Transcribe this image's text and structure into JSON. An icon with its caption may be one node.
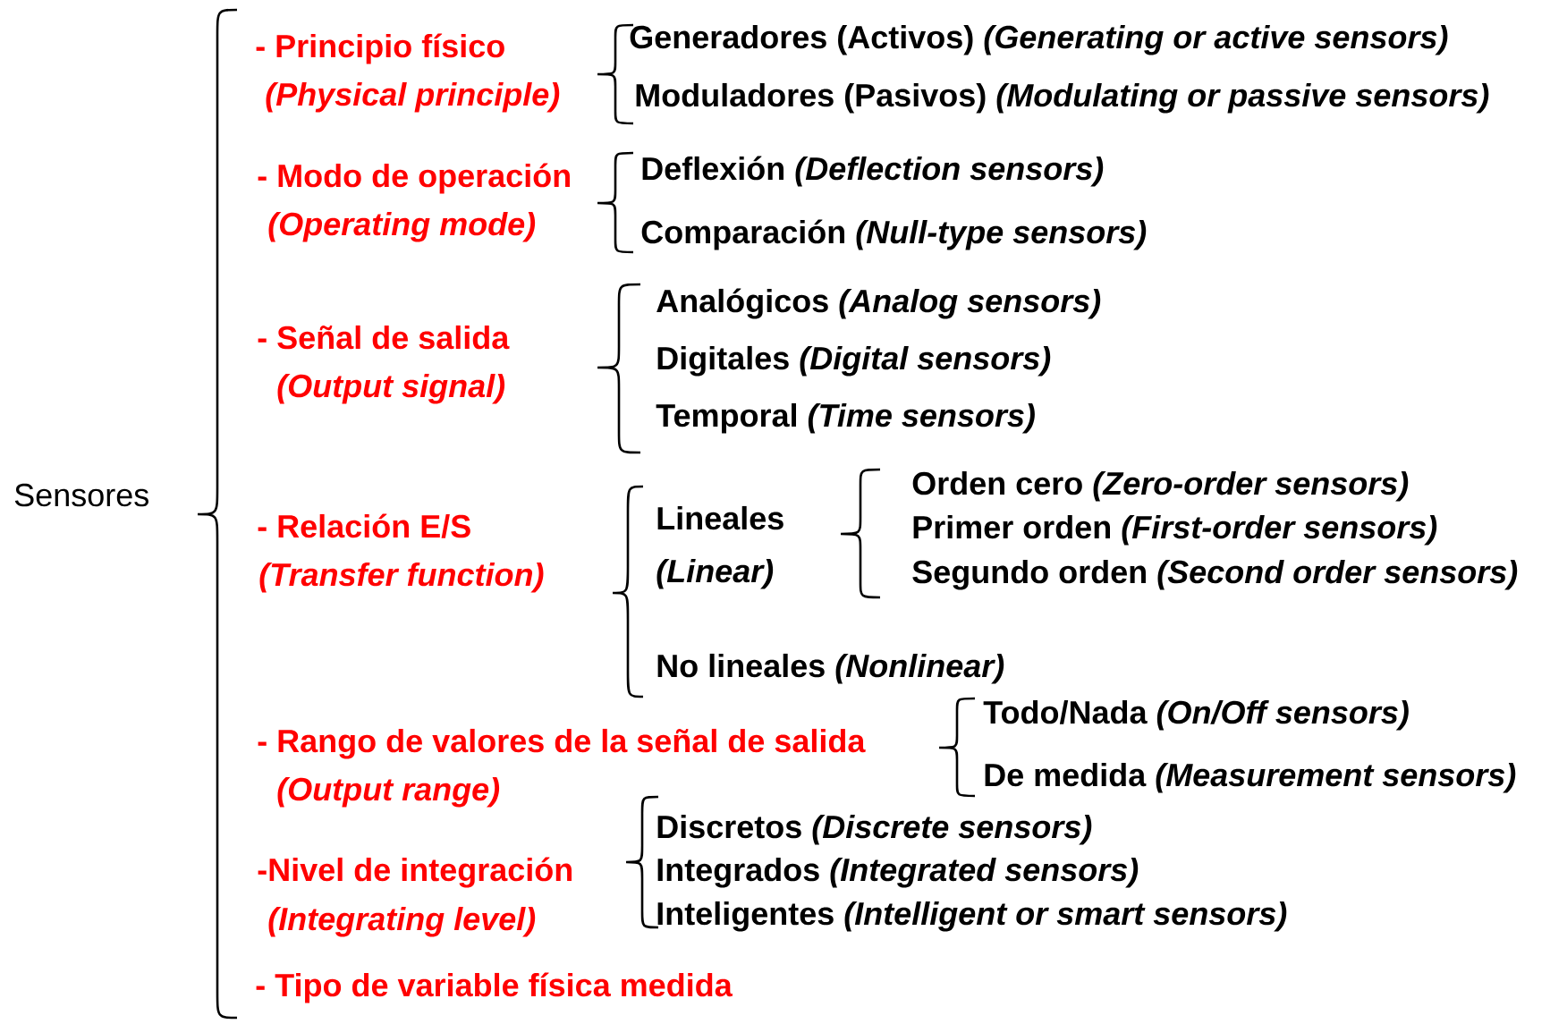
{
  "diagram": {
    "labels": [
      "Sensores",
      "- Principio físico",
      "(Physical principle)",
      "Generadores (Activos) *(Generating or active sensors)*",
      "Moduladores (Pasivos) *(Modulating or passive sensors)*",
      "- Modo de operación",
      "(Operating mode)",
      "Deflexión *(Deflection sensors)*",
      "Comparación *(Null-type sensors)*",
      "- Señal de salida",
      "(Output signal)",
      "Analógicos *(Analog sensors)*",
      "Digitales *(Digital sensors)*",
      "Temporal *(Time sensors)*",
      "- Relación E/S",
      "(Transfer function)",
      "Lineales",
      "(Linear)",
      "Orden cero *(Zero-order sensors)*",
      "Primer orden *(First-order sensors)*",
      "Segundo orden *(Second order sensors)*",
      "No lineales *(Nonlinear)*",
      "- Rango de valores de la señal de salida",
      "(Output range)",
      "Todo/Nada *(On/Off sensors)*",
      "De medida *(Measurement sensors)*",
      "-Nivel de integración",
      "(Integrating level)",
      "Discretos *(Discrete sensors)*",
      "Integrados *(Integrated sensors)*",
      "Inteligentes *(Intelligent or smart sensors)*",
      "- Tipo de variable física medida"
    ]
  }
}
